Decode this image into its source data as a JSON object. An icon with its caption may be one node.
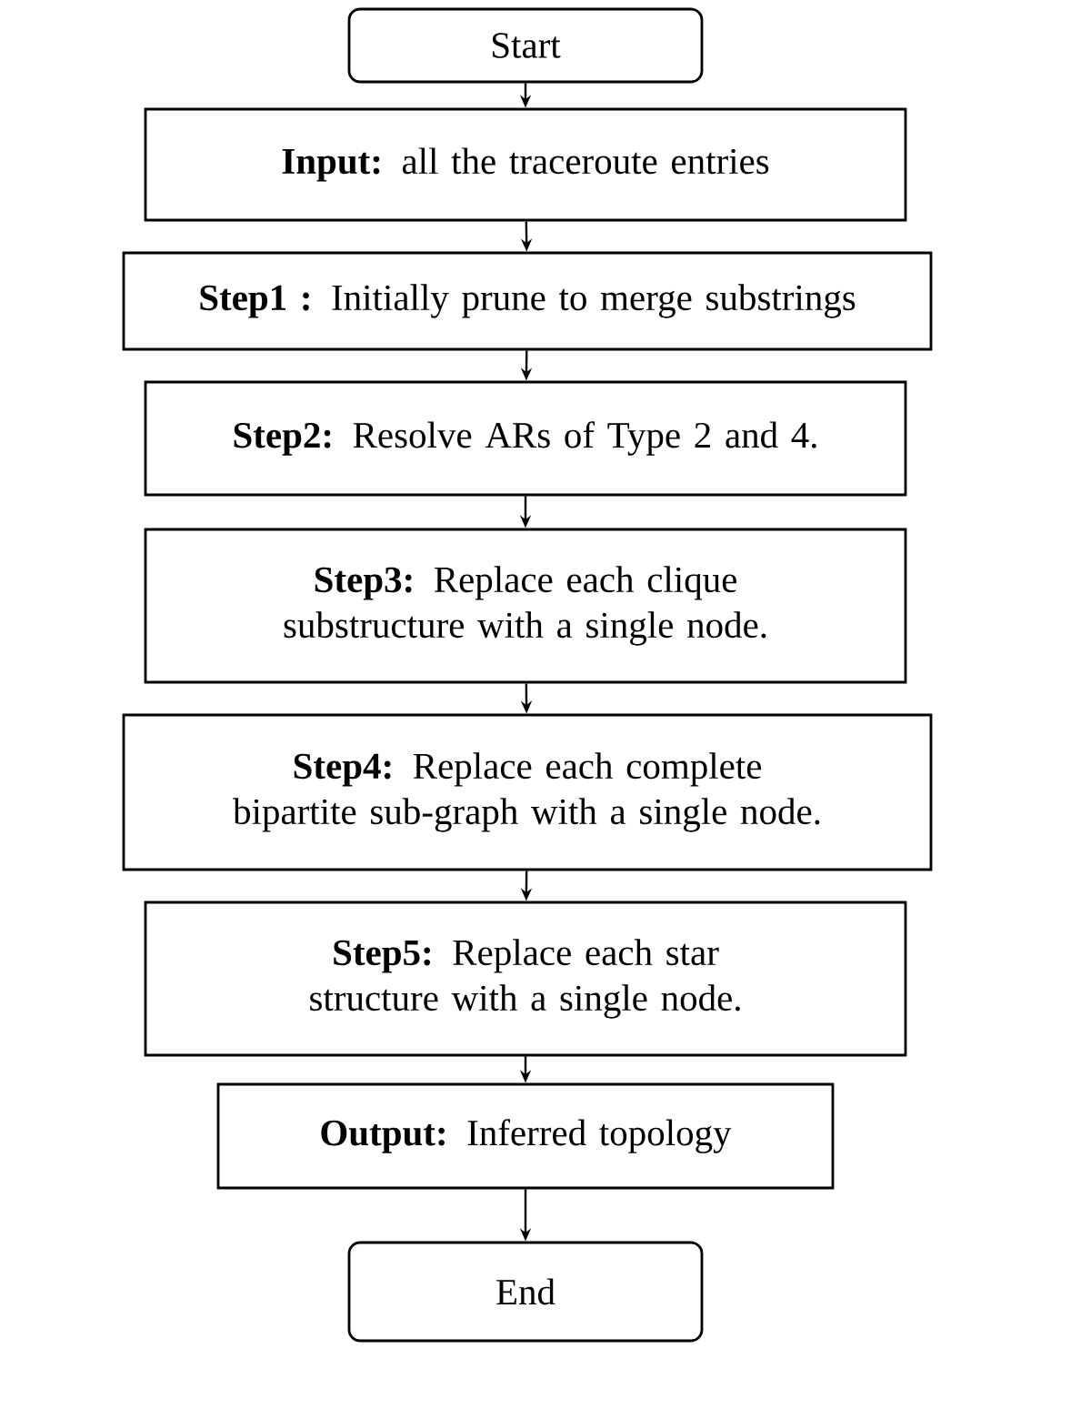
{
  "diagram": {
    "nodes": [
      {
        "text": [
          "Start"
        ]
      },
      {
        "text": [
          "**Input:** all the traceroute entries"
        ]
      },
      {
        "text": [
          "**Step1 :** Initially prune to merge substrings"
        ]
      },
      {
        "text": [
          "**Step2:** Resolve ARs of Type 2 and 4."
        ]
      },
      {
        "text": [
          "**Step3:** Replace each clique substructure with a single node."
        ]
      },
      {
        "text": [
          "**Step4:** Replace each complete bipartite sub-graph with a single node."
        ]
      },
      {
        "text": [
          "**Step5:** Replace each star structure with a single node."
        ]
      },
      {
        "text": [
          "**Output:** Inferred topology"
        ]
      },
      {
        "text": [
          "End"
        ]
      }
    ],
    "edges": [
      {
        "from": 0,
        "to": 1,
        "arrow": "to"
      },
      {
        "from": 1,
        "to": 2,
        "arrow": "to"
      },
      {
        "from": 2,
        "to": 3,
        "arrow": "to"
      },
      {
        "from": 3,
        "to": 4,
        "arrow": "to"
      },
      {
        "from": 4,
        "to": 5,
        "arrow": "to"
      },
      {
        "from": 5,
        "to": 6,
        "arrow": "to"
      },
      {
        "from": 6,
        "to": 7,
        "arrow": "to"
      },
      {
        "from": 7,
        "to": 8,
        "arrow": "to"
      }
    ]
  }
}
